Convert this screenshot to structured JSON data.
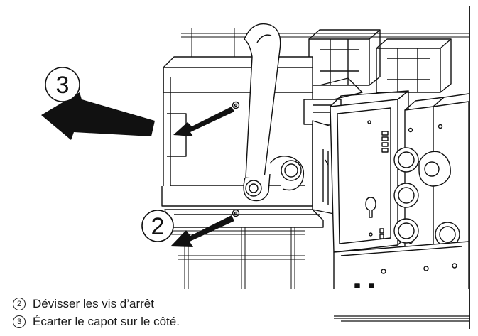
{
  "callouts": {
    "three": "3",
    "two": "2"
  },
  "legend": [
    {
      "num": "2",
      "text": "Dévisser les vis d’arrêt"
    },
    {
      "num": "3",
      "text": "Écarter le capot sur le côté."
    }
  ],
  "colors": {
    "line": "#111111",
    "arrow": "#111111",
    "background": "#ffffff"
  }
}
